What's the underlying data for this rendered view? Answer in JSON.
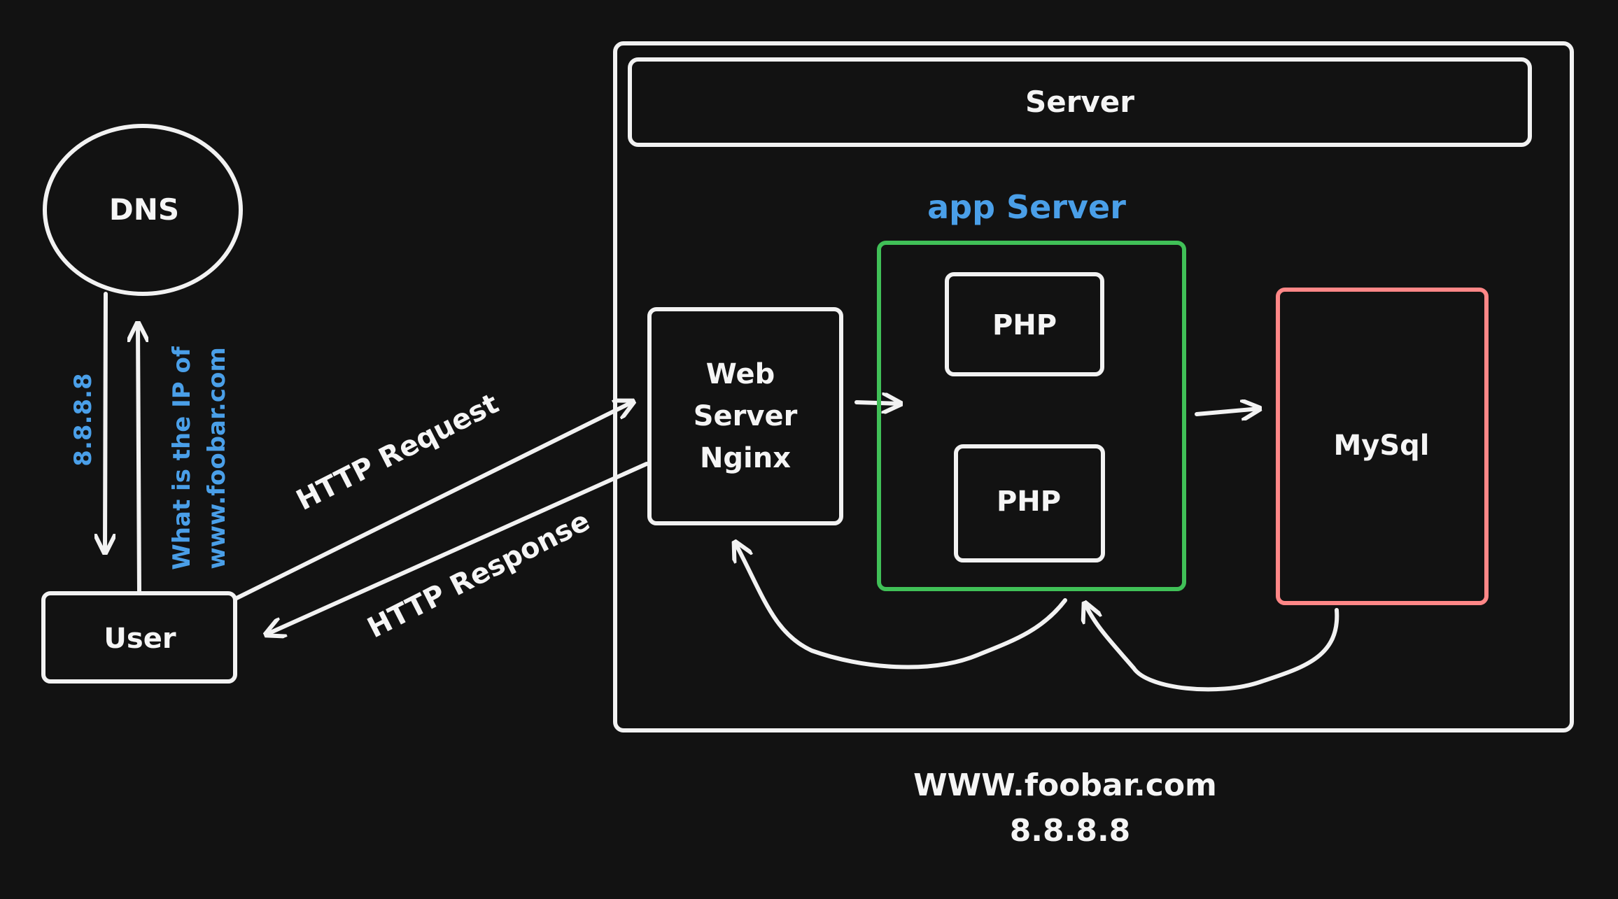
{
  "colors": {
    "background": "#121212",
    "stroke": "#f2f2f2",
    "text": "#f5f5f5",
    "blue_text": "#4a9fe8",
    "app_server_border": "#40c057",
    "mysql_border": "#ff8787"
  },
  "nodes": {
    "dns": "DNS",
    "user": "User",
    "server_header": "Server",
    "app_server_title": "app Server",
    "web_server_line1": "Web",
    "web_server_line2": "Server",
    "web_server_line3": "Nginx",
    "php_top": "PHP",
    "php_bottom": "PHP",
    "mysql": "MySql"
  },
  "edges": {
    "dns_response": "8.8.8.8",
    "dns_query_line1": "What is the IP of",
    "dns_query_line2": "www.foobar.com",
    "http_request": "HTTP Request",
    "http_response": "HTTP Response"
  },
  "footer": {
    "domain": "WWW.foobar.com",
    "ip": "8.8.8.8"
  }
}
